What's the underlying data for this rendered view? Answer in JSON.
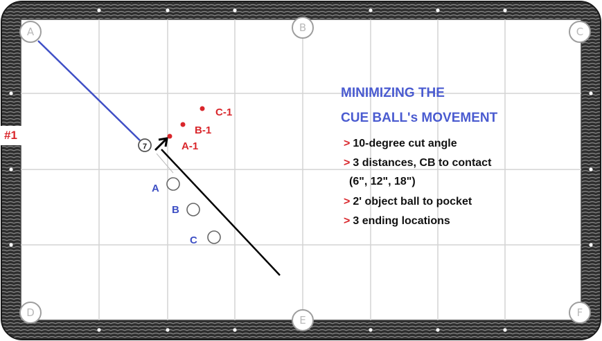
{
  "diagram": {
    "tag": "#1",
    "pockets": [
      "A",
      "B",
      "C",
      "D",
      "E",
      "F"
    ],
    "object_ball_number": "7",
    "cue_positions": [
      "A",
      "B",
      "C"
    ],
    "targets": [
      "A-1",
      "B-1",
      "C-1"
    ],
    "title_lines": [
      "MINIMIZING THE",
      "CUE BALL's MOVEMENT"
    ],
    "bullets": [
      {
        "marker": ">",
        "text": "10-degree cut angle"
      },
      {
        "marker": ">",
        "text": "3 distances, CB to contact"
      },
      {
        "marker": "",
        "text": "(6\", 12\", 18\")"
      },
      {
        "marker": ">",
        "text": "2' object ball to pocket"
      },
      {
        "marker": ">",
        "text": "3 ending locations"
      }
    ],
    "colors": {
      "accent_blue": "#4a5bd0",
      "accent_red": "#d9262b",
      "rail": "#3a3a3a",
      "cloth": "#ffffff",
      "grid": "#d3d3d3"
    }
  }
}
